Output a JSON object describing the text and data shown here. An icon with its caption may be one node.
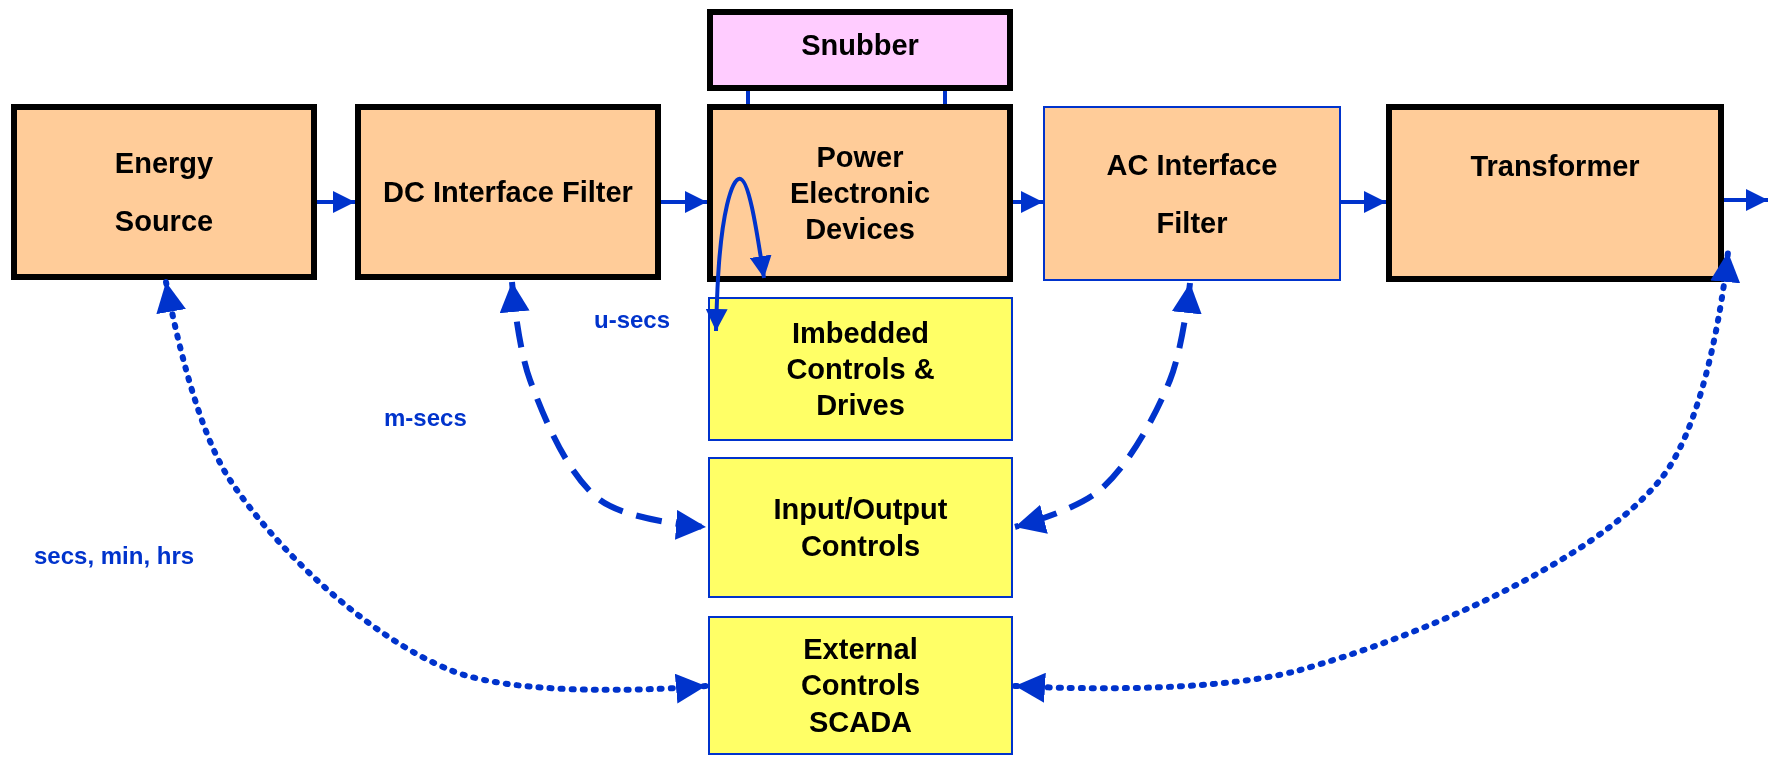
{
  "diagram": {
    "nodes": [
      {
        "text": [
          "Energy Source"
        ]
      },
      {
        "text": [
          "DC Interface Filter"
        ]
      },
      {
        "text": [
          "Snubber"
        ]
      },
      {
        "text": [
          "Power Electronic Devices"
        ]
      },
      {
        "text": [
          "AC Interface Filter"
        ]
      },
      {
        "text": [
          "Transformer"
        ]
      },
      {
        "text": [
          "Imbedded Controls & Drives"
        ]
      },
      {
        "text": [
          "Input/Output Controls"
        ]
      },
      {
        "text": [
          "External Controls SCADA"
        ]
      }
    ],
    "edges": [
      {
        "from": 0,
        "to": 1,
        "arrow": "to"
      },
      {
        "from": 1,
        "to": 3,
        "arrow": "to"
      },
      {
        "from": 3,
        "to": 4,
        "arrow": "to"
      },
      {
        "from": 4,
        "to": 5,
        "arrow": "to"
      },
      {
        "from": 5,
        "to": null,
        "arrow": "to"
      },
      {
        "from": 2,
        "to": 3,
        "arrow": "none"
      },
      {
        "from": 2,
        "to": 3,
        "arrow": "none"
      },
      {
        "from": 3,
        "to": 6,
        "arrow": "both"
      },
      {
        "from": 1,
        "to": 7,
        "arrow": "both",
        "style": "dashed"
      },
      {
        "from": 4,
        "to": 7,
        "arrow": "both",
        "style": "dashed"
      },
      {
        "from": 0,
        "to": 8,
        "arrow": "both",
        "style": "dashed"
      },
      {
        "from": 8,
        "to": 5,
        "arrow": "both",
        "style": "dashed"
      }
    ],
    "labels": [
      "u-secs",
      "m-secs",
      "secs, min, hrs"
    ]
  }
}
